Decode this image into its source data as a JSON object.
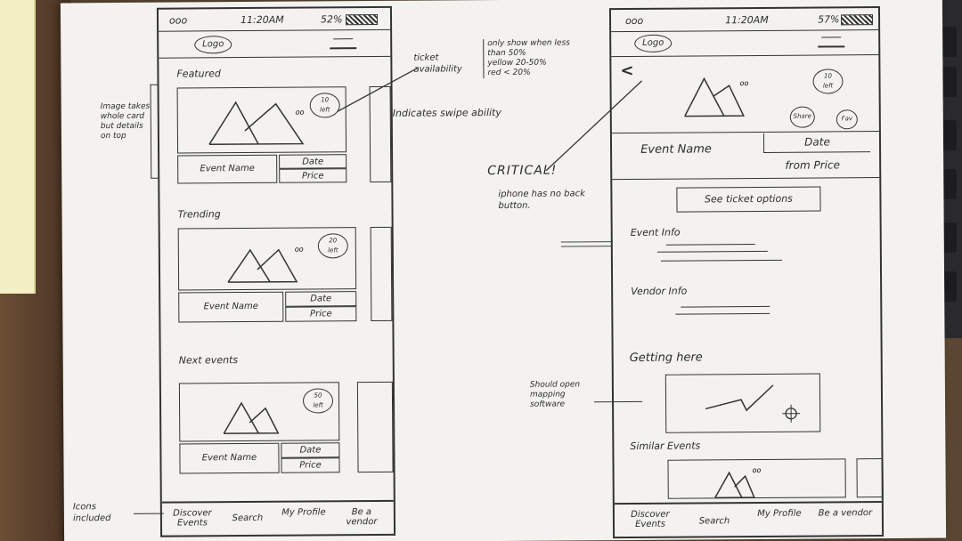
{
  "left_phone": {
    "status": {
      "signal": "ooo",
      "time": "11:20AM",
      "battery": "52%"
    },
    "logo": "Logo",
    "sections": [
      {
        "label": "Featured",
        "badge_number": "10",
        "badge_text": "left",
        "event_name": "Event Name",
        "date": "Date",
        "price": "Price"
      },
      {
        "label": "Trending",
        "badge_number": "20",
        "badge_text": "left",
        "event_name": "Event Name",
        "date": "Date",
        "price": "Price"
      },
      {
        "label": "Next events",
        "badge_number": "50",
        "badge_text": "left",
        "event_name": "Event Name",
        "date": "Date",
        "price": "Price"
      }
    ],
    "tabs": [
      "Discover Events",
      "Search",
      "My Profile",
      "Be a vendor"
    ]
  },
  "right_phone": {
    "status": {
      "signal": "ooo",
      "time": "11:20AM",
      "battery": "57%"
    },
    "logo": "Logo",
    "back": "<",
    "badge_number": "10",
    "badge_text": "left",
    "share": "Share",
    "fav": "Fav",
    "event_name": "Event Name",
    "date": "Date",
    "price": "from Price",
    "ticket_button": "See ticket options",
    "event_info": "Event Info",
    "vendor_info": "Vendor Info",
    "getting_here": "Getting here",
    "similar_events": "Similar Events",
    "tabs": [
      "Discover Events",
      "Search",
      "My Profile",
      "Be a vendor"
    ]
  },
  "annotations": {
    "image_note": "Image takes whole card but details on top",
    "ticket_availability": "ticket availability",
    "availability_rules": [
      "only show when less than 50%",
      "yellow 20-50%",
      "red < 20%"
    ],
    "swipe_note": "Indicates swipe ability",
    "critical": "CRITICAL!",
    "critical_detail": "iphone has no back button.",
    "map_note": "Should open mapping software",
    "icons_note": "Icons included"
  },
  "colors": {
    "paper": "#f3f2ef",
    "ink": "#2d2d2d",
    "desk": "#5a4632"
  }
}
